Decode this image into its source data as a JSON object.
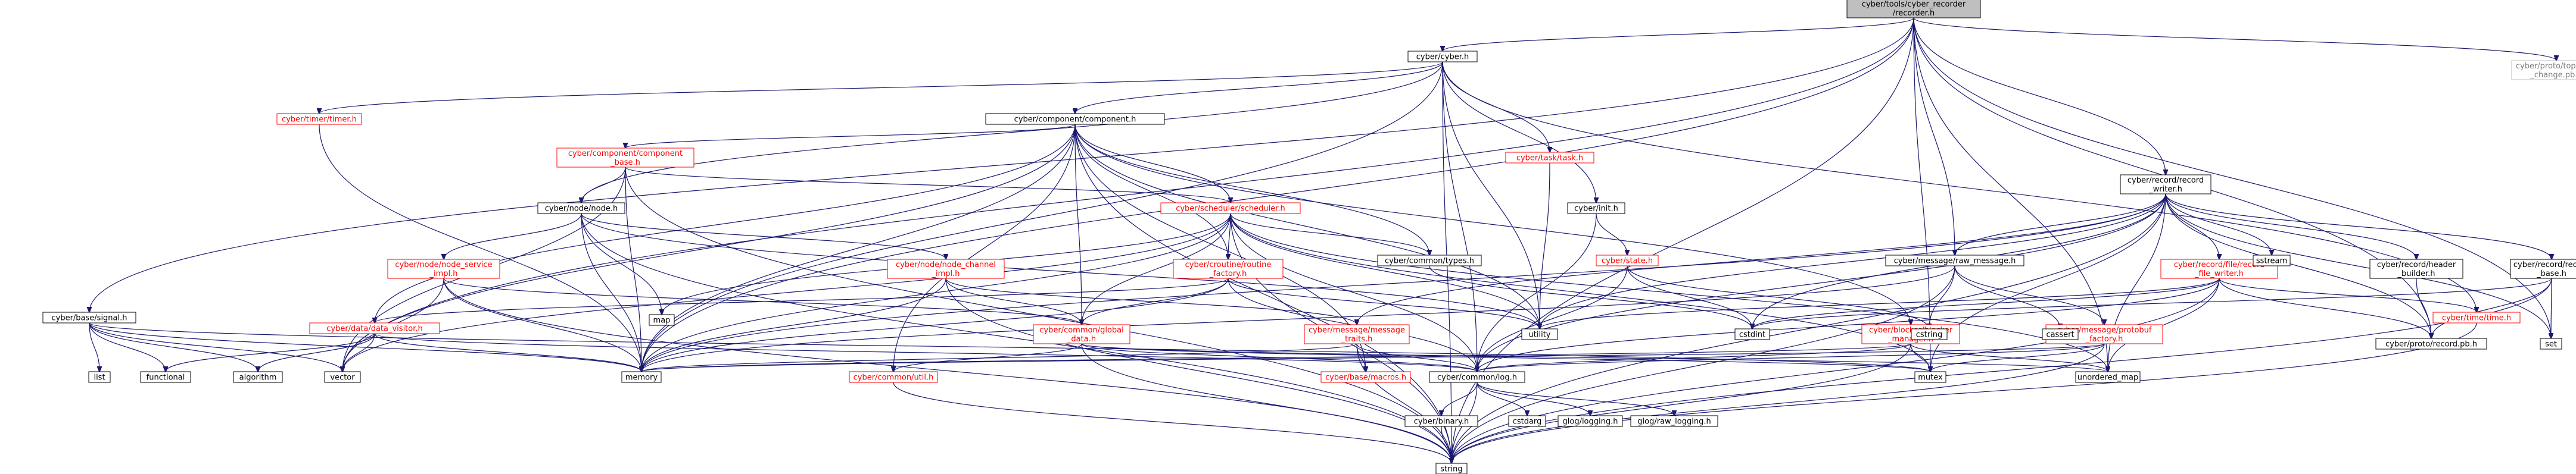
{
  "diagram": {
    "nodes": [
      {
        "id": "recorder",
        "lines": [
          "cyber/tools/cyber_recorder",
          "/recorder.h"
        ],
        "style": "root"
      },
      {
        "id": "cyber",
        "lines": [
          "cyber/cyber.h"
        ],
        "style": "black"
      },
      {
        "id": "topology",
        "lines": [
          "cyber/proto/topology",
          "_change.pb.h"
        ],
        "style": "grey"
      },
      {
        "id": "timer",
        "lines": [
          "cyber/timer/timer.h"
        ],
        "style": "red"
      },
      {
        "id": "component",
        "lines": [
          "cyber/component/component.h"
        ],
        "style": "black"
      },
      {
        "id": "compbase",
        "lines": [
          "cyber/component/component",
          "_base.h"
        ],
        "style": "red"
      },
      {
        "id": "task",
        "lines": [
          "cyber/task/task.h"
        ],
        "style": "red"
      },
      {
        "id": "init",
        "lines": [
          "cyber/init.h"
        ],
        "style": "black"
      },
      {
        "id": "recwriter",
        "lines": [
          "cyber/record/record",
          "_writer.h"
        ],
        "style": "black"
      },
      {
        "id": "node",
        "lines": [
          "cyber/node/node.h"
        ],
        "style": "black"
      },
      {
        "id": "scheduler",
        "lines": [
          "cyber/scheduler/scheduler.h"
        ],
        "style": "red"
      },
      {
        "id": "state",
        "lines": [
          "cyber/state.h"
        ],
        "style": "red"
      },
      {
        "id": "nodeservice",
        "lines": [
          "cyber/node/node_service",
          "_impl.h"
        ],
        "style": "red"
      },
      {
        "id": "nodechannel",
        "lines": [
          "cyber/node/node_channel",
          "_impl.h"
        ],
        "style": "red"
      },
      {
        "id": "routine",
        "lines": [
          "cyber/croutine/routine",
          "_factory.h"
        ],
        "style": "red"
      },
      {
        "id": "types",
        "lines": [
          "cyber/common/types.h"
        ],
        "style": "black"
      },
      {
        "id": "rawmsg",
        "lines": [
          "cyber/message/raw_message.h"
        ],
        "style": "black"
      },
      {
        "id": "filewriter",
        "lines": [
          "cyber/record/file/record",
          "_file_writer.h"
        ],
        "style": "red"
      },
      {
        "id": "header",
        "lines": [
          "cyber/record/header",
          "_builder.h"
        ],
        "style": "black"
      },
      {
        "id": "recbase",
        "lines": [
          "cyber/record/record",
          "_base.h"
        ],
        "style": "black"
      },
      {
        "id": "signal",
        "lines": [
          "cyber/base/signal.h"
        ],
        "style": "black"
      },
      {
        "id": "datavisitor",
        "lines": [
          "cyber/data/data_visitor.h"
        ],
        "style": "red"
      },
      {
        "id": "globaldata",
        "lines": [
          "cyber/common/global",
          "_data.h"
        ],
        "style": "red"
      },
      {
        "id": "msgtraits",
        "lines": [
          "cyber/message/message",
          "_traits.h"
        ],
        "style": "red"
      },
      {
        "id": "blocker",
        "lines": [
          "cyber/blocker/blocker",
          "_manager.h"
        ],
        "style": "red"
      },
      {
        "id": "protobuf",
        "lines": [
          "cyber/message/protobuf",
          "_factory.h"
        ],
        "style": "red"
      },
      {
        "id": "time",
        "lines": [
          "cyber/time/time.h"
        ],
        "style": "red"
      },
      {
        "id": "recordpb",
        "lines": [
          "cyber/proto/record.pb.h"
        ],
        "style": "black"
      },
      {
        "id": "set",
        "lines": [
          "set"
        ],
        "style": "black"
      },
      {
        "id": "map",
        "lines": [
          "map"
        ],
        "style": "black"
      },
      {
        "id": "utility",
        "lines": [
          "utility"
        ],
        "style": "black"
      },
      {
        "id": "cstdint",
        "lines": [
          "cstdint"
        ],
        "style": "black"
      },
      {
        "id": "cstring",
        "lines": [
          "cstring"
        ],
        "style": "black"
      },
      {
        "id": "cassert",
        "lines": [
          "cassert"
        ],
        "style": "black"
      },
      {
        "id": "sstream",
        "lines": [
          "sstream"
        ],
        "style": "black"
      },
      {
        "id": "list",
        "lines": [
          "list"
        ],
        "style": "black"
      },
      {
        "id": "functional",
        "lines": [
          "functional"
        ],
        "style": "black"
      },
      {
        "id": "algorithm",
        "lines": [
          "algorithm"
        ],
        "style": "black"
      },
      {
        "id": "vector",
        "lines": [
          "vector"
        ],
        "style": "black"
      },
      {
        "id": "memory",
        "lines": [
          "memory"
        ],
        "style": "black"
      },
      {
        "id": "util",
        "lines": [
          "cyber/common/util.h"
        ],
        "style": "red"
      },
      {
        "id": "macros",
        "lines": [
          "cyber/base/macros.h"
        ],
        "style": "red"
      },
      {
        "id": "log",
        "lines": [
          "cyber/common/log.h"
        ],
        "style": "black"
      },
      {
        "id": "mutex",
        "lines": [
          "mutex"
        ],
        "style": "black"
      },
      {
        "id": "umap",
        "lines": [
          "unordered_map"
        ],
        "style": "black"
      },
      {
        "id": "binary",
        "lines": [
          "cyber/binary.h"
        ],
        "style": "black"
      },
      {
        "id": "cstdarg",
        "lines": [
          "cstdarg"
        ],
        "style": "black"
      },
      {
        "id": "glog",
        "lines": [
          "glog/logging.h"
        ],
        "style": "black"
      },
      {
        "id": "glograw",
        "lines": [
          "glog/raw_logging.h"
        ],
        "style": "black"
      },
      {
        "id": "string",
        "lines": [
          "string"
        ],
        "style": "black"
      }
    ],
    "edges": [
      [
        "recorder",
        "cyber"
      ],
      [
        "recorder",
        "topology"
      ],
      [
        "recorder",
        "recwriter"
      ],
      [
        "recorder",
        "rawmsg"
      ],
      [
        "recorder",
        "signal"
      ],
      [
        "recorder",
        "memory"
      ],
      [
        "recorder",
        "vector"
      ],
      [
        "recorder",
        "string"
      ],
      [
        "recorder",
        "mutex"
      ],
      [
        "recorder",
        "umap"
      ],
      [
        "recorder",
        "set"
      ],
      [
        "recorder",
        "recordpb"
      ],
      [
        "cyber",
        "timer"
      ],
      [
        "cyber",
        "component"
      ],
      [
        "cyber",
        "task"
      ],
      [
        "cyber",
        "init"
      ],
      [
        "cyber",
        "node"
      ],
      [
        "cyber",
        "memory"
      ],
      [
        "cyber",
        "log"
      ],
      [
        "cyber",
        "utility"
      ],
      [
        "cyber",
        "time"
      ],
      [
        "cyber",
        "string"
      ],
      [
        "timer",
        "memory"
      ],
      [
        "component",
        "compbase"
      ],
      [
        "component",
        "scheduler"
      ],
      [
        "component",
        "routine"
      ],
      [
        "component",
        "types"
      ],
      [
        "component",
        "datavisitor"
      ],
      [
        "component",
        "globaldata"
      ],
      [
        "component",
        "util"
      ],
      [
        "component",
        "macros"
      ],
      [
        "component",
        "blocker"
      ],
      [
        "component",
        "utility"
      ],
      [
        "component",
        "memory"
      ],
      [
        "component",
        "vector"
      ],
      [
        "component",
        "string"
      ],
      [
        "compbase",
        "node"
      ],
      [
        "compbase",
        "scheduler"
      ],
      [
        "compbase",
        "memory"
      ],
      [
        "compbase",
        "vector"
      ],
      [
        "compbase",
        "string"
      ],
      [
        "task",
        "utility"
      ],
      [
        "init",
        "state"
      ],
      [
        "init",
        "log"
      ],
      [
        "node",
        "nodeservice"
      ],
      [
        "node",
        "nodechannel"
      ],
      [
        "node",
        "map"
      ],
      [
        "node",
        "memory"
      ],
      [
        "node",
        "utility"
      ],
      [
        "node",
        "string"
      ],
      [
        "nodeservice",
        "memory"
      ],
      [
        "nodeservice",
        "vector"
      ],
      [
        "nodeservice",
        "globaldata"
      ],
      [
        "nodeservice",
        "string"
      ],
      [
        "nodechannel",
        "memory"
      ],
      [
        "nodechannel",
        "msgtraits"
      ],
      [
        "nodechannel",
        "globaldata"
      ],
      [
        "nodechannel",
        "string"
      ],
      [
        "scheduler",
        "routine"
      ],
      [
        "scheduler",
        "types"
      ],
      [
        "scheduler",
        "map"
      ],
      [
        "scheduler",
        "memory"
      ],
      [
        "scheduler",
        "vector"
      ],
      [
        "scheduler",
        "string"
      ],
      [
        "scheduler",
        "umap"
      ],
      [
        "scheduler",
        "mutex"
      ],
      [
        "scheduler",
        "log"
      ],
      [
        "scheduler",
        "globaldata"
      ],
      [
        "scheduler",
        "utility"
      ],
      [
        "state",
        "cstdint"
      ],
      [
        "state",
        "cstring"
      ],
      [
        "state",
        "log"
      ],
      [
        "routine",
        "globaldata"
      ],
      [
        "routine",
        "datavisitor"
      ],
      [
        "routine",
        "log"
      ],
      [
        "routine",
        "memory"
      ],
      [
        "routine",
        "utility"
      ],
      [
        "types",
        "cstdint"
      ],
      [
        "recwriter",
        "rawmsg"
      ],
      [
        "recwriter",
        "filewriter"
      ],
      [
        "recwriter",
        "header"
      ],
      [
        "recwriter",
        "recbase"
      ],
      [
        "recwriter",
        "msgtraits"
      ],
      [
        "recwriter",
        "sstream"
      ],
      [
        "recwriter",
        "set"
      ],
      [
        "recwriter",
        "recordpb"
      ],
      [
        "recwriter",
        "log"
      ],
      [
        "recwriter",
        "cstdint"
      ],
      [
        "recwriter",
        "memory"
      ],
      [
        "recwriter",
        "string"
      ],
      [
        "recwriter",
        "umap"
      ],
      [
        "recwriter",
        "mutex"
      ],
      [
        "recwriter",
        "utility"
      ],
      [
        "rawmsg",
        "protobuf"
      ],
      [
        "rawmsg",
        "cassert"
      ],
      [
        "rawmsg",
        "cstring"
      ],
      [
        "rawmsg",
        "memory"
      ],
      [
        "rawmsg",
        "string"
      ],
      [
        "filewriter",
        "time"
      ],
      [
        "filewriter",
        "recordpb"
      ],
      [
        "filewriter",
        "log"
      ],
      [
        "filewriter",
        "string"
      ],
      [
        "filewriter",
        "umap"
      ],
      [
        "filewriter",
        "cstdint"
      ],
      [
        "filewriter",
        "utility"
      ],
      [
        "header",
        "recordpb"
      ],
      [
        "recbase",
        "recordpb"
      ],
      [
        "recbase",
        "set"
      ],
      [
        "recbase",
        "string"
      ],
      [
        "recbase",
        "cstdint"
      ],
      [
        "signal",
        "list"
      ],
      [
        "signal",
        "functional"
      ],
      [
        "signal",
        "algorithm"
      ],
      [
        "signal",
        "memory"
      ],
      [
        "signal",
        "mutex"
      ],
      [
        "signal",
        "vector"
      ],
      [
        "datavisitor",
        "algorithm"
      ],
      [
        "datavisitor",
        "functional"
      ],
      [
        "datavisitor",
        "memory"
      ],
      [
        "datavisitor",
        "vector"
      ],
      [
        "datavisitor",
        "log"
      ],
      [
        "globaldata",
        "util"
      ],
      [
        "globaldata",
        "log"
      ],
      [
        "globaldata",
        "string"
      ],
      [
        "globaldata",
        "umap"
      ],
      [
        "globaldata",
        "mutex"
      ],
      [
        "msgtraits",
        "macros"
      ],
      [
        "msgtraits",
        "log"
      ],
      [
        "msgtraits",
        "memory"
      ],
      [
        "msgtraits",
        "string"
      ],
      [
        "blocker",
        "log"
      ],
      [
        "blocker",
        "memory"
      ],
      [
        "blocker",
        "mutex"
      ],
      [
        "blocker",
        "string"
      ],
      [
        "blocker",
        "umap"
      ],
      [
        "protobuf",
        "memory"
      ],
      [
        "protobuf",
        "mutex"
      ],
      [
        "protobuf",
        "string"
      ],
      [
        "protobuf",
        "log"
      ],
      [
        "time",
        "string"
      ],
      [
        "util",
        "string"
      ],
      [
        "log",
        "binary"
      ],
      [
        "log",
        "cstdarg"
      ],
      [
        "log",
        "glog"
      ],
      [
        "log",
        "glograw"
      ],
      [
        "log",
        "string"
      ],
      [
        "binary",
        "string"
      ]
    ]
  }
}
